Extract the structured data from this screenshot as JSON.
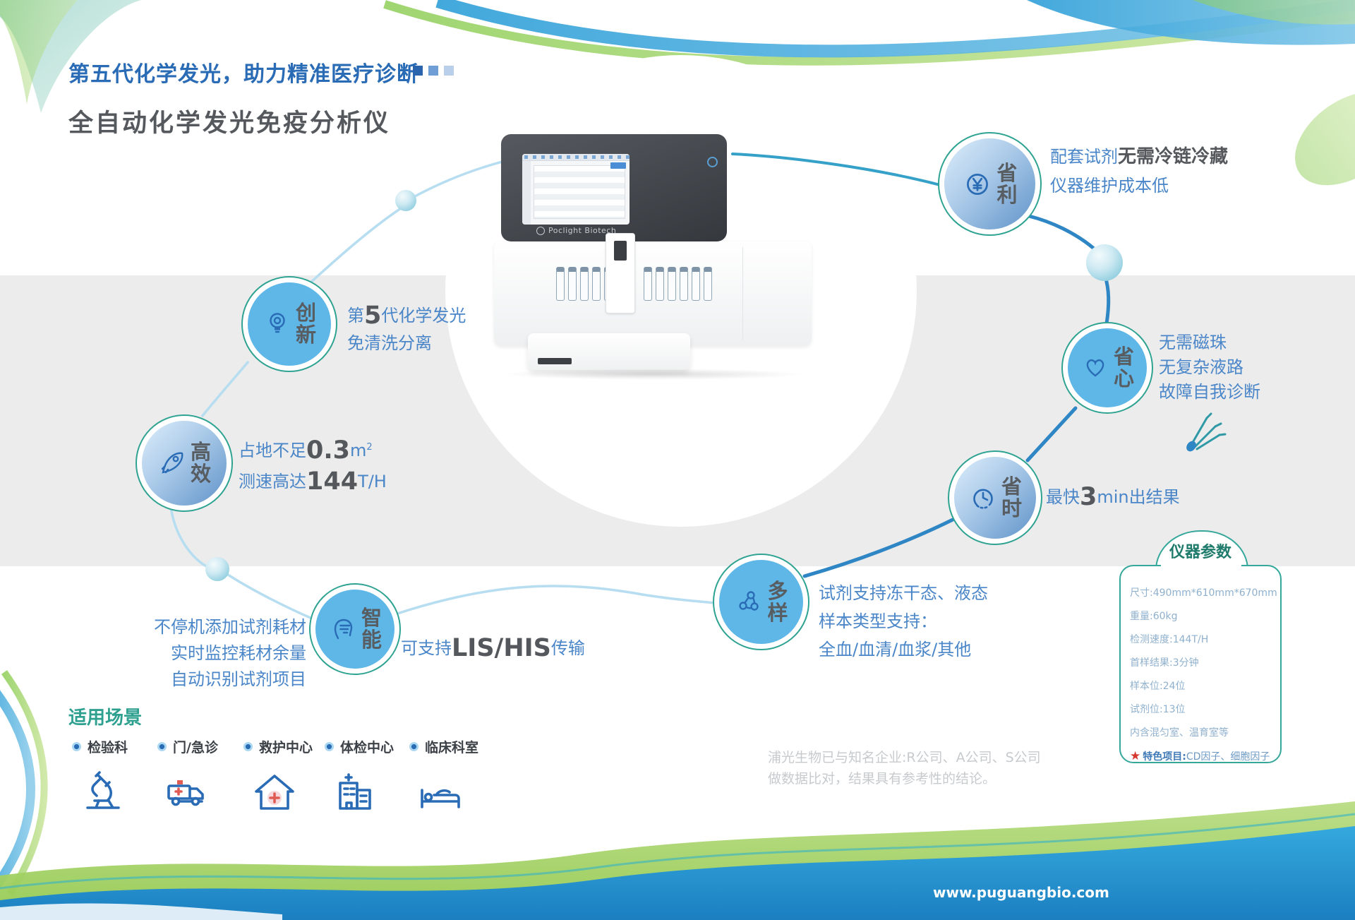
{
  "header": {
    "title": "第五代化学发光，助力精准医疗诊断",
    "subtitle": "全自动化学发光免疫分析仪"
  },
  "machine": {
    "brand": "Poclight Biotech"
  },
  "features": {
    "chuangxin": {
      "label": "创新",
      "l1a": "第",
      "l1b": "5",
      "l1c": "代化学发光",
      "l2": "免清洗分离"
    },
    "gaoxiao": {
      "label": "高效",
      "l1a": "占地不足",
      "l1b": "0.3",
      "l1c": "m",
      "l1sup": "2",
      "l2a": "测速高达",
      "l2b": "144",
      "l2c": "T/H"
    },
    "zhineng": {
      "label": "智能",
      "left1": "不停机添加试剂耗材",
      "left2": "实时监控耗材余量",
      "left3": "自动识别试剂项目",
      "r1a": "可支持",
      "r1b": "LIS/HIS",
      "r1c": "传输"
    },
    "duoyang": {
      "label": "多样",
      "l1": "试剂支持冻干态、液态",
      "l2": "样本类型支持：",
      "l3": "全血/血清/血浆/其他"
    },
    "shengli": {
      "label": "省利",
      "l1a": "配套试剂",
      "l1b": "无需冷链冷藏",
      "l2": "仪器维护成本低"
    },
    "shengxin": {
      "label": "省心",
      "l1": "无需磁珠",
      "l2": "无复杂液路",
      "l3": "故障自我诊断"
    },
    "shengshi": {
      "label": "省时",
      "l1a": "最快",
      "l1b": "3",
      "l1c": "min出结果"
    }
  },
  "params": {
    "title": "仪器参数",
    "star": "★",
    "items": [
      "尺寸:490mm*610mm*670mm",
      "重量:60kg",
      "检测速度:144T/H",
      "首样结果:3分钟",
      "样本位:24位",
      "试剂位:13位",
      "内含混匀室、温育室等"
    ],
    "featured_label": "特色项目:",
    "featured_value": "CD因子、细胞因子"
  },
  "scenarios": {
    "title": "适用场景",
    "items": [
      {
        "label": "检验科",
        "icon": "microscope-icon"
      },
      {
        "label": "门/急诊",
        "icon": "ambulance-icon"
      },
      {
        "label": "救护中心",
        "icon": "medical-house-icon"
      },
      {
        "label": "体检中心",
        "icon": "hospital-building-icon"
      },
      {
        "label": "临床科室",
        "icon": "patient-bed-icon"
      }
    ]
  },
  "watermark": {
    "line1": "浦光生物已与知名企业:R公司、A公司、S公司",
    "line2": "做数据比对，结果具有参考性的结论。"
  },
  "footer": {
    "website": "www.puguangbio.com"
  },
  "colors": {
    "accent_blue": "#2a6bb5",
    "feature_text_blue": "#4a86c8",
    "teal": "#2ea08f",
    "badge_flat": "#5fb7e8",
    "band_gray": "#ececec",
    "red": "#d6372e"
  }
}
